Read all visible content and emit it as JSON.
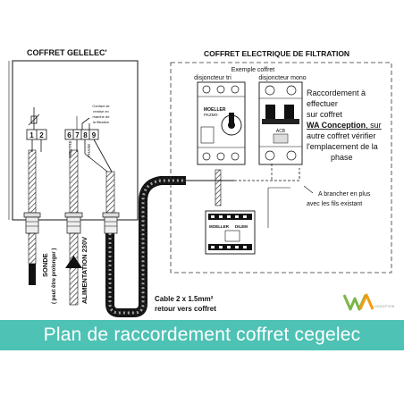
{
  "gelelec": {
    "title": "COFFRET GELELEC'",
    "control_label": [
      "Contact de",
      "remise en",
      "marche de",
      "la filtration"
    ],
    "terminals": [
      "1",
      "2",
      "6",
      "7",
      "8",
      "9"
    ],
    "neutre": "NEUTRE",
    "phase": "PHASE"
  },
  "sonde": {
    "label": "SONDE",
    "note": "( peut être prolonger )"
  },
  "alimentation": {
    "label": "ALIMENTATION 230V"
  },
  "filtration": {
    "title": "COFFRET ELECTRIQUE DE FILTRATION",
    "example": "Exemple coffret",
    "disj_tri": "disjoncteur tri",
    "disj_mono": "disjoncteur mono",
    "tri_brand": "MOELLER",
    "tri_model": "PKZM0-",
    "contactor_brand": "MOELLER",
    "contactor_model": "DILEM",
    "mono_label": "ACB",
    "note_lines": [
      "Raccordement à",
      "effectuer",
      "sur coffret"
    ],
    "note_brand": "WA Conception",
    "note_brand_suffix": ", sur",
    "note_lines2": [
      "autre coffret vérifier",
      "l'emplacement de la",
      "phase"
    ],
    "branch_note": [
      "A brancher en plus",
      "avec les fils existant"
    ]
  },
  "cable": {
    "line1": "Cable 2 x 1.5mm²",
    "line2": "retour vers coffret"
  },
  "logo": {
    "text": "WA",
    "sub": "CONCEPTION"
  },
  "banner": {
    "text": "Plan de raccordement coffret cegelec"
  },
  "colors": {
    "banner": "#4ec2b4",
    "banner_text": "#ffffff",
    "line": "#111111"
  }
}
